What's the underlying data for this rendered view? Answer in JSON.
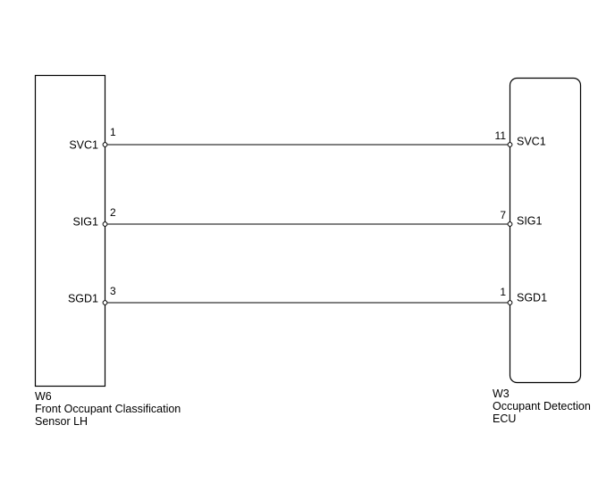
{
  "left_component": {
    "code": "W6",
    "name_line1": "Front Occupant Classification",
    "name_line2": "Sensor LH"
  },
  "right_component": {
    "code": "W3",
    "name_line1": "Occupant Detection",
    "name_line2": "ECU"
  },
  "wires": [
    {
      "left_signal": "SVC1",
      "left_pin": "1",
      "right_pin": "11",
      "right_signal": "SVC1"
    },
    {
      "left_signal": "SIG1",
      "left_pin": "2",
      "right_pin": "7",
      "right_signal": "SIG1"
    },
    {
      "left_signal": "SGD1",
      "left_pin": "3",
      "right_pin": "1",
      "right_signal": "SGD1"
    }
  ]
}
